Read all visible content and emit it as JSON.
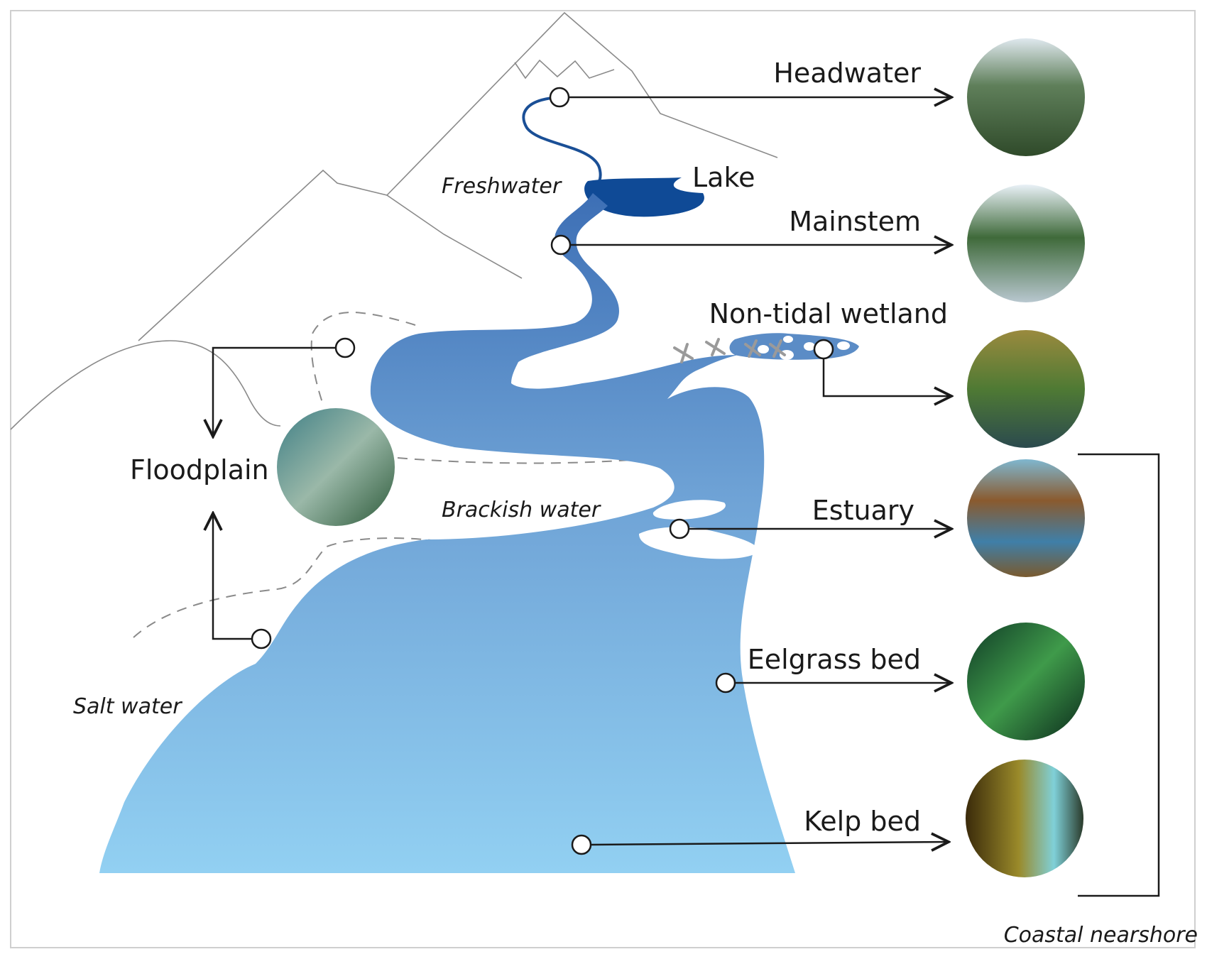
{
  "labels": {
    "headwater": "Headwater",
    "lake": "Lake",
    "freshwater": "Freshwater",
    "mainstem": "Mainstem",
    "non_tidal_wetland": "Non-tidal wetland",
    "floodplain": "Floodplain",
    "brackish_water": "Brackish water",
    "estuary": "Estuary",
    "eelgrass_bed": "Eelgrass bed",
    "salt_water": "Salt water",
    "kelp_bed": "Kelp bed",
    "coastal_nearshore": "Coastal nearshore"
  },
  "colors": {
    "deep_river": "#1a4f96",
    "mid_river": "#5b8cc6",
    "shallow_water": "#8ccbee",
    "outline": "#8a8a8a",
    "arrow": "#1a1a1a"
  },
  "photos": {
    "headwater": "forest-stream-photo",
    "mainstem": "river-rapids-photo",
    "non_tidal_wetland": "marsh-grass-photo",
    "floodplain": "aerial-braided-river-photo",
    "estuary": "tidal-marsh-photo",
    "eelgrass_bed": "underwater-eelgrass-photo",
    "kelp_bed": "underwater-kelp-photo"
  }
}
